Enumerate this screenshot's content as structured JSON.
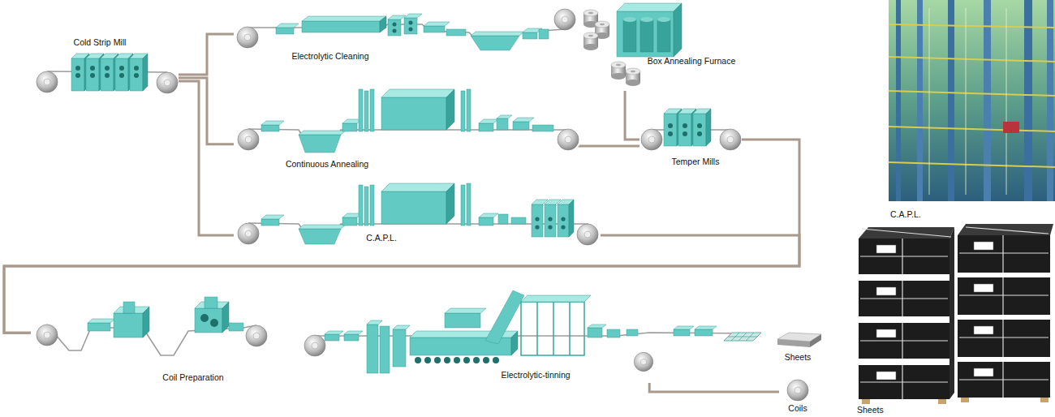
{
  "diagram": {
    "nodes": [
      {
        "text": [
          "Cold Strip Mill"
        ]
      },
      {
        "text": [
          "Electrolytic Cleaning"
        ]
      },
      {
        "text": [
          "Box Annealing Furnace"
        ]
      },
      {
        "text": [
          "Continuous Annealing"
        ]
      },
      {
        "text": [
          "Temper Mills"
        ]
      },
      {
        "text": [
          "C.A.P.L."
        ]
      },
      {
        "text": [
          "Coil Preparation"
        ]
      },
      {
        "text": [
          "Electrolytic-tinning"
        ]
      },
      {
        "text": [
          "Sheets"
        ]
      },
      {
        "text": [
          "Coils"
        ]
      }
    ],
    "edges": [
      {
        "from": 0,
        "to": 1,
        "arrow": "none"
      },
      {
        "from": 0,
        "to": 3,
        "arrow": "none"
      },
      {
        "from": 0,
        "to": 5,
        "arrow": "none"
      },
      {
        "from": 2,
        "to": 4,
        "arrow": "none"
      },
      {
        "from": 3,
        "to": 4,
        "arrow": "none"
      },
      {
        "from": 4,
        "to": 6,
        "arrow": "none"
      },
      {
        "from": 5,
        "to": 6,
        "arrow": "none"
      },
      {
        "from": 7,
        "to": 9,
        "arrow": "none"
      }
    ],
    "labels": [
      "C.A.P.L.",
      "Sheets"
    ]
  }
}
